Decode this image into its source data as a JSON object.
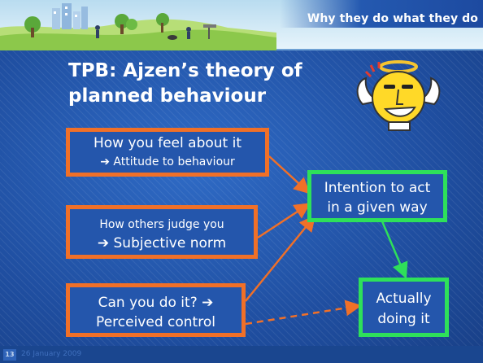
{
  "header": {
    "title": "Why they do what they do"
  },
  "slide": {
    "title": "TPB: Ajzen’s theory of planned behaviour"
  },
  "boxes": {
    "attitude": {
      "line1": "How you feel about it",
      "line2": "Attitude to behaviour"
    },
    "norm": {
      "line1": "How others judge you",
      "line2": "Subjective norm"
    },
    "control": {
      "line1": "Can you do it?",
      "line2": "Perceived control"
    },
    "intention": {
      "line1": "Intention to act",
      "line2": "in a given way"
    },
    "action": {
      "line1": "Actually",
      "line2": "doing it"
    }
  },
  "footer": {
    "page": "13",
    "date": "26 January 2009"
  },
  "colors": {
    "accent_orange": "#f07028",
    "accent_green": "#2ee05a",
    "background": "#1f4ea0"
  },
  "icons": {
    "angel": "angel-cartoon-icon",
    "scenery": "town-scenery-banner"
  }
}
